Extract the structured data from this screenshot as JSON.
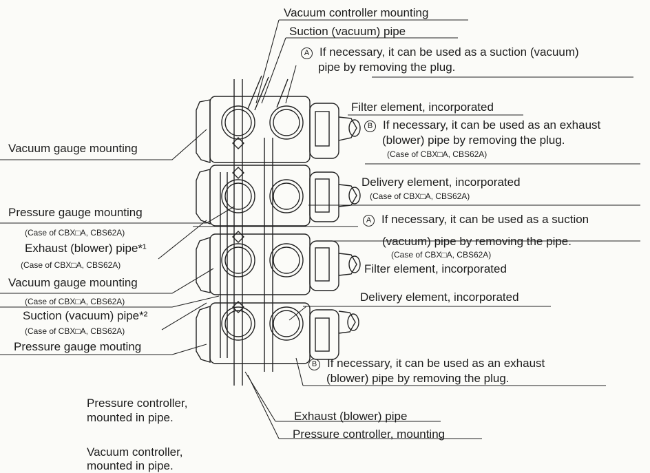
{
  "labels": {
    "vacuum_controller_mounting": "Vacuum controller mounting",
    "suction_pipe_top": "Suction (vacuum) pipe",
    "note_a_top_line1": "If necessary, it can be used as a suction (vacuum)",
    "note_a_top_line2": "pipe by removing the plug.",
    "filter_element_top": "Filter element, incorporated",
    "note_b_top_line1": "If necessary, it can be used as an exhaust",
    "note_b_top_line2": "(blower) pipe by removing the plug.",
    "case_1": "(Case of CBX□A, CBS62A)",
    "vacuum_gauge_mounting_top": "Vacuum gauge mounting",
    "delivery_element_top": "Delivery element, incorporated",
    "case_2": "(Case of CBX□A, CBS62A)",
    "pressure_gauge_mounting": "Pressure gauge mounting",
    "note_a_mid_line1": "If necessary, it can be used as a suction",
    "note_a_mid_line2": "(vacuum) pipe by removing the pipe.",
    "case_3": "(Case of CBX□A, CBS62A)",
    "case_left_1": "(Case of CBX□A, CBS62A)",
    "exhaust_pipe_left": "Exhaust (blower) pipe*¹",
    "case_left_2": "(Case of CBX□A, CBS62A)",
    "filter_element_bottom": "Filter element, incorporated",
    "vacuum_gauge_mounting_bottom": "Vacuum gauge mounting",
    "delivery_element_bottom": "Delivery element, incorporated",
    "case_left_3": "(Case of CBX□A, CBS62A)",
    "suction_pipe_left": "Suction (vacuum) pipe*²",
    "case_left_4": "(Case of CBX□A, CBS62A)",
    "pressure_gauge_mouting": "Pressure gauge mouting",
    "note_b_bottom_line1": "If necessary, it can be used as an exhaust",
    "note_b_bottom_line2": "(blower) pipe by removing the plug.",
    "pressure_controller_pipe_line1": "Pressure controller,",
    "pressure_controller_pipe_line2": "mounted in pipe.",
    "exhaust_pipe_bottom": "Exhaust (blower) pipe",
    "pressure_controller_mounting": "Pressure controller, mounting",
    "vacuum_controller_pipe_line1": "Vacuum controller,",
    "vacuum_controller_pipe_line2": "mounted in pipe."
  },
  "markers": {
    "a": "A",
    "b": "B"
  }
}
